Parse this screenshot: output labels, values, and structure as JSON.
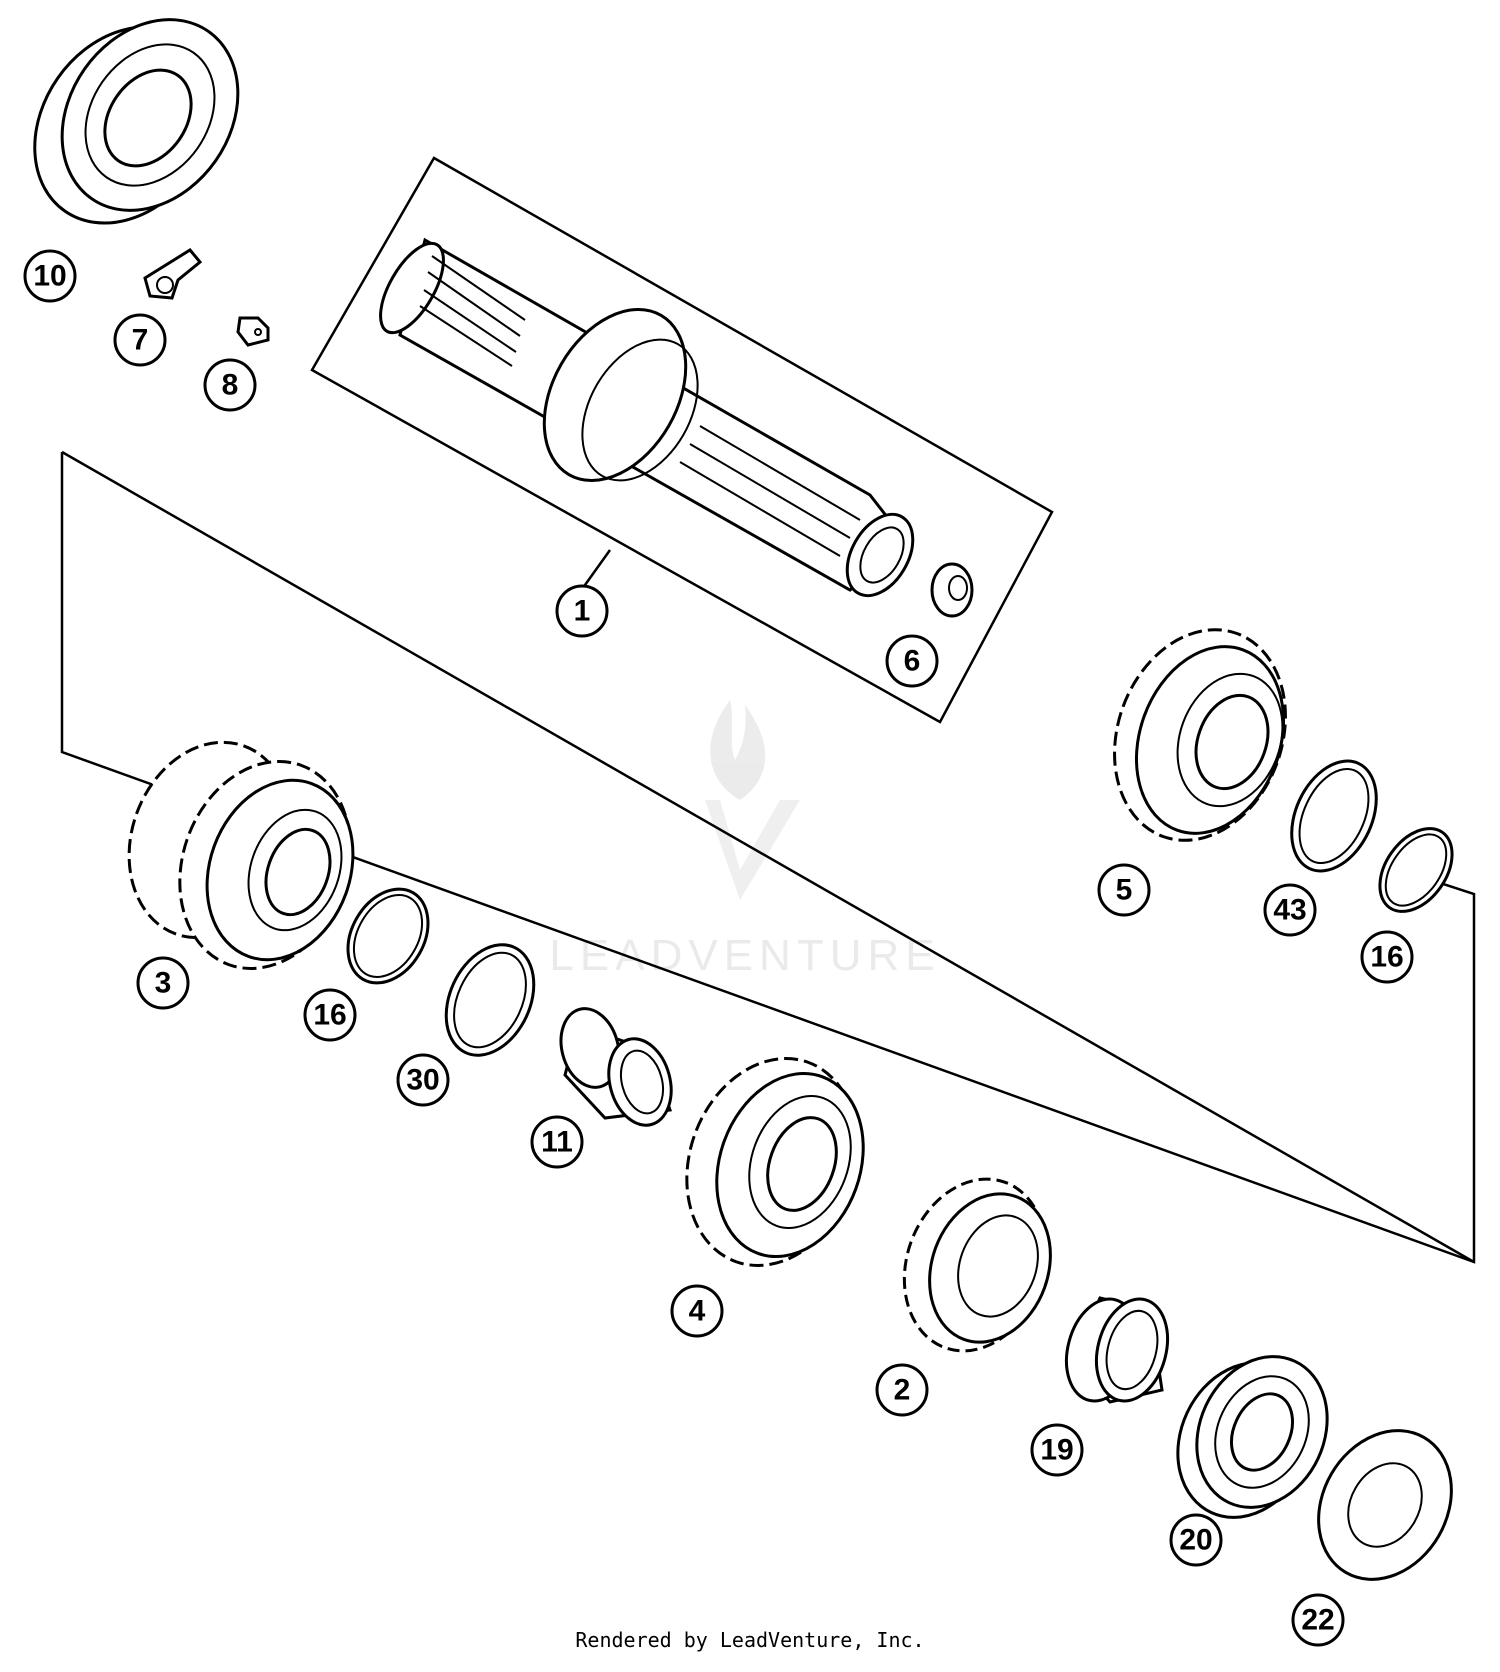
{
  "watermark": {
    "text": "LEADVENTURE",
    "icon": "leadventure-flame-logo"
  },
  "credit": "Rendered by LeadVenture, Inc.",
  "callouts": [
    "10",
    "7",
    "8",
    "1",
    "6",
    "5",
    "43",
    "16",
    "3",
    "16",
    "30",
    "11",
    "4",
    "2",
    "19",
    "20",
    "22"
  ]
}
